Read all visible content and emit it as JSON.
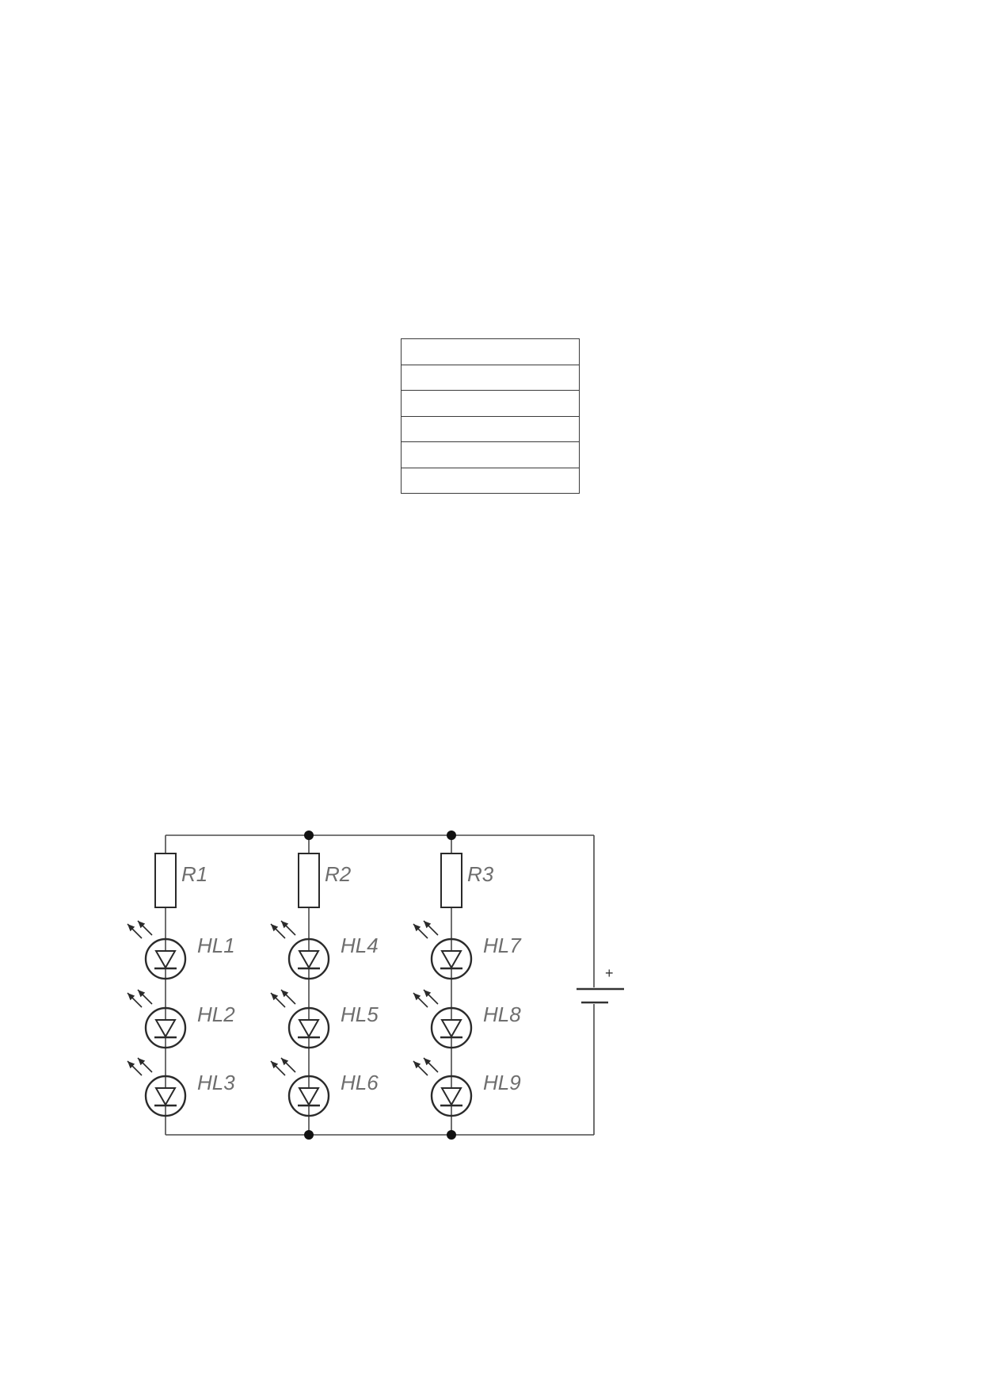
{
  "table": {
    "rows": 6,
    "cells": [
      "",
      "",
      "",
      "",
      "",
      ""
    ]
  },
  "circuit": {
    "resistors": [
      "R1",
      "R2",
      "R3"
    ],
    "leds": [
      [
        "HL1",
        "HL2",
        "HL3"
      ],
      [
        "HL4",
        "HL5",
        "HL6"
      ],
      [
        "HL7",
        "HL8",
        "HL9"
      ]
    ],
    "battery_polarity": "+",
    "colors": {
      "wire": "#4a4a4a",
      "label": "#6e6e6e"
    }
  }
}
